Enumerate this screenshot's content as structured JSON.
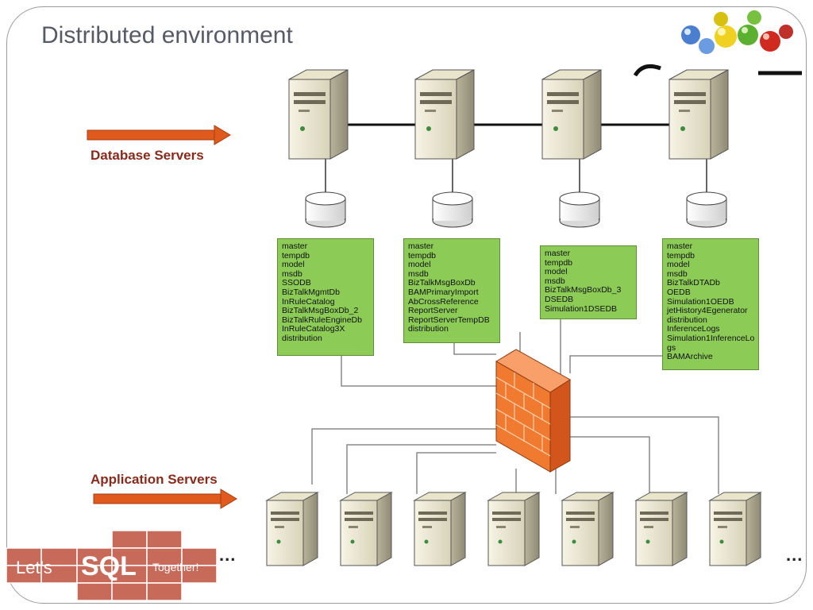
{
  "title": "Distributed environment",
  "labels": {
    "database_servers": "Database Servers",
    "application_servers": "Application Servers"
  },
  "db_lists": [
    [
      "master",
      "tempdb",
      "model",
      "msdb",
      "SSODB",
      "BizTalkMgmtDb",
      "InRuleCatalog",
      "BizTalkMsgBoxDb_2",
      "BizTalkRuleEngineDb",
      "InRuleCatalog3X",
      "distribution"
    ],
    [
      "master",
      "tempdb",
      "model",
      "msdb",
      "BizTalkMsgBoxDb",
      "BAMPrimaryImport",
      "AbCrossReference",
      "ReportServer",
      "ReportServerTempDB",
      "distribution"
    ],
    [
      "master",
      "tempdb",
      "model",
      "msdb",
      "BizTalkMsgBoxDb_3",
      "DSEDB",
      "Simulation1DSEDB"
    ],
    [
      "master",
      "tempdb",
      "model",
      "msdb",
      "BizTalkDTADb",
      "OEDB",
      "Simulation1OEDB",
      "jetHistory4Egenerator",
      "distribution",
      "InferenceLogs",
      "Simulation1InferenceLo",
      "gs",
      "BAMArchive"
    ]
  ],
  "ellipsis_left": "...",
  "ellipsis_right": "...",
  "logo": {
    "lets": "Let's",
    "sql": "SQL",
    "together": "Together!"
  },
  "colors": {
    "title": "#555a66",
    "label": "#8b2a1a",
    "arrow": "#e05a1e",
    "db_box": "#8ccb56",
    "firewall": "#f07a30",
    "logo_tile": "#c0504d"
  }
}
